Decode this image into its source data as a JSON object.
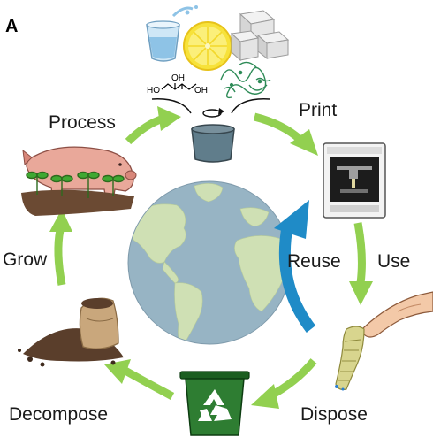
{
  "figure": {
    "panel_label": "A"
  },
  "cycle": {
    "stages": {
      "process": "Process",
      "print": "Print",
      "use": "Use",
      "dispose": "Dispose",
      "decompose": "Decompose",
      "grow": "Grow"
    },
    "reuse_label": "Reuse"
  },
  "molecule": {
    "glycerol_labels": [
      "HO",
      "OH",
      "OH"
    ]
  },
  "colors": {
    "cycle_arrow": "#92d050",
    "reuse_arrow": "#1f8bc7",
    "ocean": "#97b4c4",
    "land": "#cfe0b4",
    "bin": "#2e7d32",
    "pig": "#e9a89a",
    "soil": "#5a3e2b",
    "vat": "#607d8b"
  }
}
